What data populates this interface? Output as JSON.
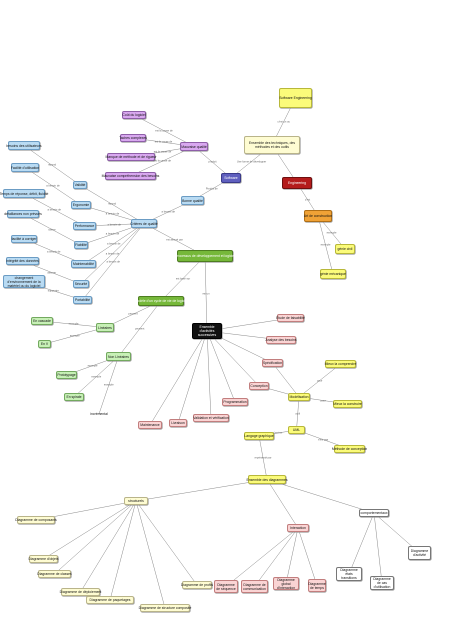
{
  "colors": {
    "edge": "#8a8a8a",
    "yellow": "#fbfb7a",
    "blue": "#b9dbf3",
    "purple": "#d9a8f0",
    "indigo": "#5f5fbe",
    "red": "#b41c1c",
    "orange": "#f0a236",
    "green": "#76b83a",
    "black": "#111111",
    "pink": "#fad4d4"
  },
  "nodes": {
    "se": "Software Engineering",
    "ens_tech": "Ensemble des techniques, des méthodes et des outils",
    "software": "Software",
    "engineering": "Engineering",
    "art": "Art de construction",
    "genie_civil": "génie civil",
    "genie_meca": "génie mécanique",
    "mauvaise_q": "Mauvaise qualité",
    "cout": "Coût du logiciel",
    "taches": "Taches complexes",
    "manque": "Manque de méthode et de rigueur",
    "mauvaise_comp": "Mauvaise compréhension des besoins",
    "bonne_q": "Bonne qualité",
    "criteres": "Critères de qualité",
    "besoins_util": "besoins des utilisateurs",
    "facilite_util": "Facilité d'utilisation",
    "validite": "Validité",
    "temps": "Temps de réponse, débit, fluidité",
    "ergonomie": "Ergonomie",
    "defaillances": "défaillances non prévues",
    "performance": "Performance",
    "facilite_corr": "facilité à corriger",
    "fiabilite": "Fiabilité",
    "integrite": "intégrité des données",
    "maintenabilite": "Maintenabilité",
    "changement": "changement d'environnement de la matériel ou du logiciel",
    "securite": "Sécurité",
    "portabilite": "Portabilité",
    "processus": "Processus de développement et logiciel",
    "modele": "Modèle d'un cycle de vie de logiciel",
    "lineaires": "Linéaires",
    "cascade": "En cascade",
    "env": "En V",
    "non_lineaires": "Non Linéaires",
    "prototypage": "Prototypage",
    "spirale": "En spirale",
    "incremental": "incrémental",
    "ens_act": "Ensemble d'activités successives",
    "faisabilite": "Étude de faisabilité",
    "analyse": "Analyse des besoins",
    "specification": "Spécification",
    "conception": "Conception",
    "programmation": "Programmation",
    "validation": "Validation et vérification",
    "livraison": "Livraison",
    "maintenance": "Maintenance",
    "modelisation": "Modélisation",
    "mieux_comp": "Mieux la comprendre",
    "mieux_const": "Mieux la construire",
    "uml": "UML",
    "langage": "Langage graphique",
    "methode": "Méthode de conception",
    "ens_diag": "Ensemble des diagrammes",
    "structurels": "structurels",
    "interaction": "Interaction",
    "comportementaux": "comportementaux",
    "d_composants": "Diagramme de composants",
    "d_objets": "Diagramme d'objets",
    "d_classes": "Diagramme de classes",
    "d_deploiement": "Diagramme de déploiement",
    "d_paquetages": "Diagramme de paquetages",
    "d_structure": "Diagramme de structure composite",
    "d_profils": "Diagramme de profils",
    "d_sequence": "Diagramme de séquence",
    "d_communication": "Diagramme de communication",
    "d_global": "Diagramme global d'interaction",
    "d_temps": "Diagramme de temps",
    "d_etats": "Diagramme états transitions",
    "d_cas": "Diagramme de cas d'utilisation",
    "d_activite": "Diagramme d'activité"
  },
  "edge_labels": {
    "se_ens": "c'est un ou",
    "ens_soft": "Une forme de développer",
    "ens_eng": "",
    "eng_art": "c'est",
    "art_civil": "exemple",
    "art_meca": "exemple",
    "soft_mq": "produit",
    "mq_cout": "est la cause de",
    "mq_taches": "est la cause de",
    "mq_manque": "est la cause de",
    "mq_comp": "est la cause de",
    "soft_bq": "Produit de",
    "bq_crit": "a besoin de",
    "crit_val": "répond",
    "val_besoins": "répond",
    "crit_erg": "a besoin de",
    "erg_fac": "a besoin de",
    "crit_perf": "a besoin de",
    "perf_temps": "a besoin de",
    "crit_fiab": "a besoin de",
    "fiab_def": "tolérer",
    "crit_maint": "a besoin de",
    "maint_corr": "a besoin de",
    "crit_sec": "a besoin de",
    "sec_int": "assurer",
    "crit_port": "a besoin de",
    "port_chg": "supporter",
    "crit_proc": "est assuré par",
    "proc_modele": "est basé sur",
    "proc_ens": "est un",
    "modele_lin": "peuvent",
    "lin_cas": "exemple",
    "lin_env": "exemple",
    "modele_nonlin": "peuvent",
    "nl_proto": "exemple",
    "nl_spir": "exemple",
    "nl_incr": "exemple",
    "ens_faisa": "",
    "ens_analyse": "",
    "ens_spec": "",
    "ens_conc": "",
    "ens_prog": "",
    "ens_valid": "",
    "ens_livr": "",
    "ens_maint": "",
    "conc_mod": "",
    "mod_comp": "pour",
    "mod_const": "pour",
    "mod_uml": "outil",
    "uml_lang": "c'est un",
    "uml_meth": "n'est pas",
    "lang_diag": "représenté par",
    "diag_struct": "",
    "diag_inter": "",
    "diag_comp": ""
  }
}
